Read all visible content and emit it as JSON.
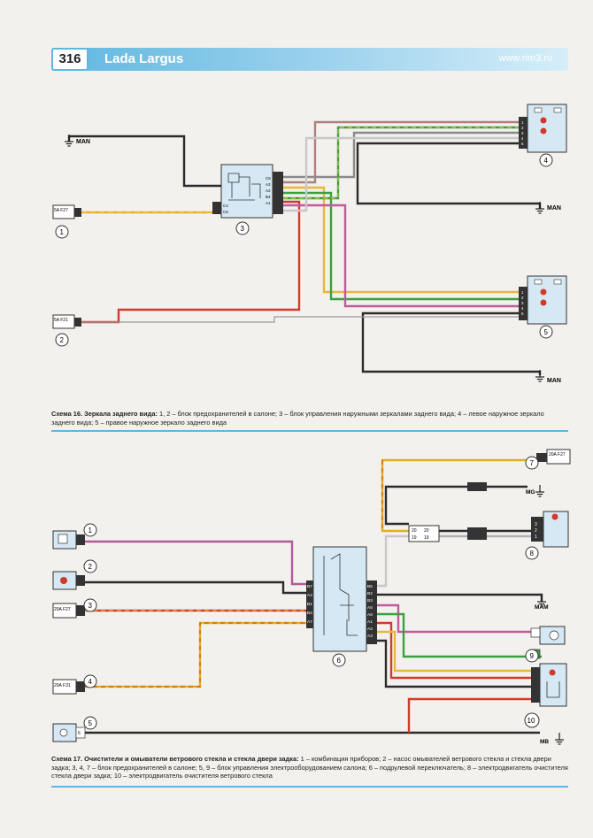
{
  "header": {
    "page_number": "316",
    "book_title": "Lada Largus",
    "site": "www.rim3.ru"
  },
  "scheme16": {
    "caption_title": "Схема 16. Зеркала заднего вида:",
    "caption_text": "1, 2 – блок предохранителей в салоне; 3 – блок управления наружными зеркалами заднего вида; 4 – левое наружное зеркало заднего вида; 5 – правое наружное зеркало заднего вида",
    "ground_labels": [
      "MAN",
      "MAN",
      "MAN"
    ],
    "fuse_labels": [
      "5A F27",
      "5A F21"
    ],
    "callouts": [
      "1",
      "2",
      "3",
      "4",
      "5"
    ],
    "block3_pins": [
      "C6",
      "A3",
      "A2",
      "B4",
      "A1",
      "C4",
      "C5"
    ],
    "mirror_pins": [
      "1",
      "2",
      "3",
      "4",
      "5"
    ]
  },
  "scheme17": {
    "caption_title": "Схема 17. Очистители и омыватели ветрового стекла и стекла двери задка:",
    "caption_text": "1 – комбинация приборов; 2 – насос омывателей ветрового стекла и стекла двери задка; 3, 4, 7 – блок предохранителей в салоне; 5, 9 – блок управления электрооборудованием салона; 6 – подрулевой переключатель; 8 – электродвигатель очистителя стекла двери задка; 10 – электродвигатель очистителя ветрового стекла",
    "ground_labels": [
      "MG",
      "MAM",
      "MB"
    ],
    "fuse_labels": [
      "20A F27",
      "20A F27",
      "20A F31"
    ],
    "callouts": [
      "1",
      "2",
      "3",
      "4",
      "5",
      "6",
      "7",
      "8",
      "9",
      "10"
    ],
    "block6_left_pins": [
      "B7",
      "A4",
      "B1",
      "B4",
      "A7"
    ],
    "block6_right_pins": [
      "B5",
      "B2",
      "B3",
      "A5",
      "A6",
      "A1",
      "A2",
      "A3"
    ],
    "connector_pins": [
      "20",
      "20",
      "19",
      "19"
    ],
    "motor8_pins": [
      "3",
      "2",
      "1"
    ],
    "pin_5": "6"
  }
}
